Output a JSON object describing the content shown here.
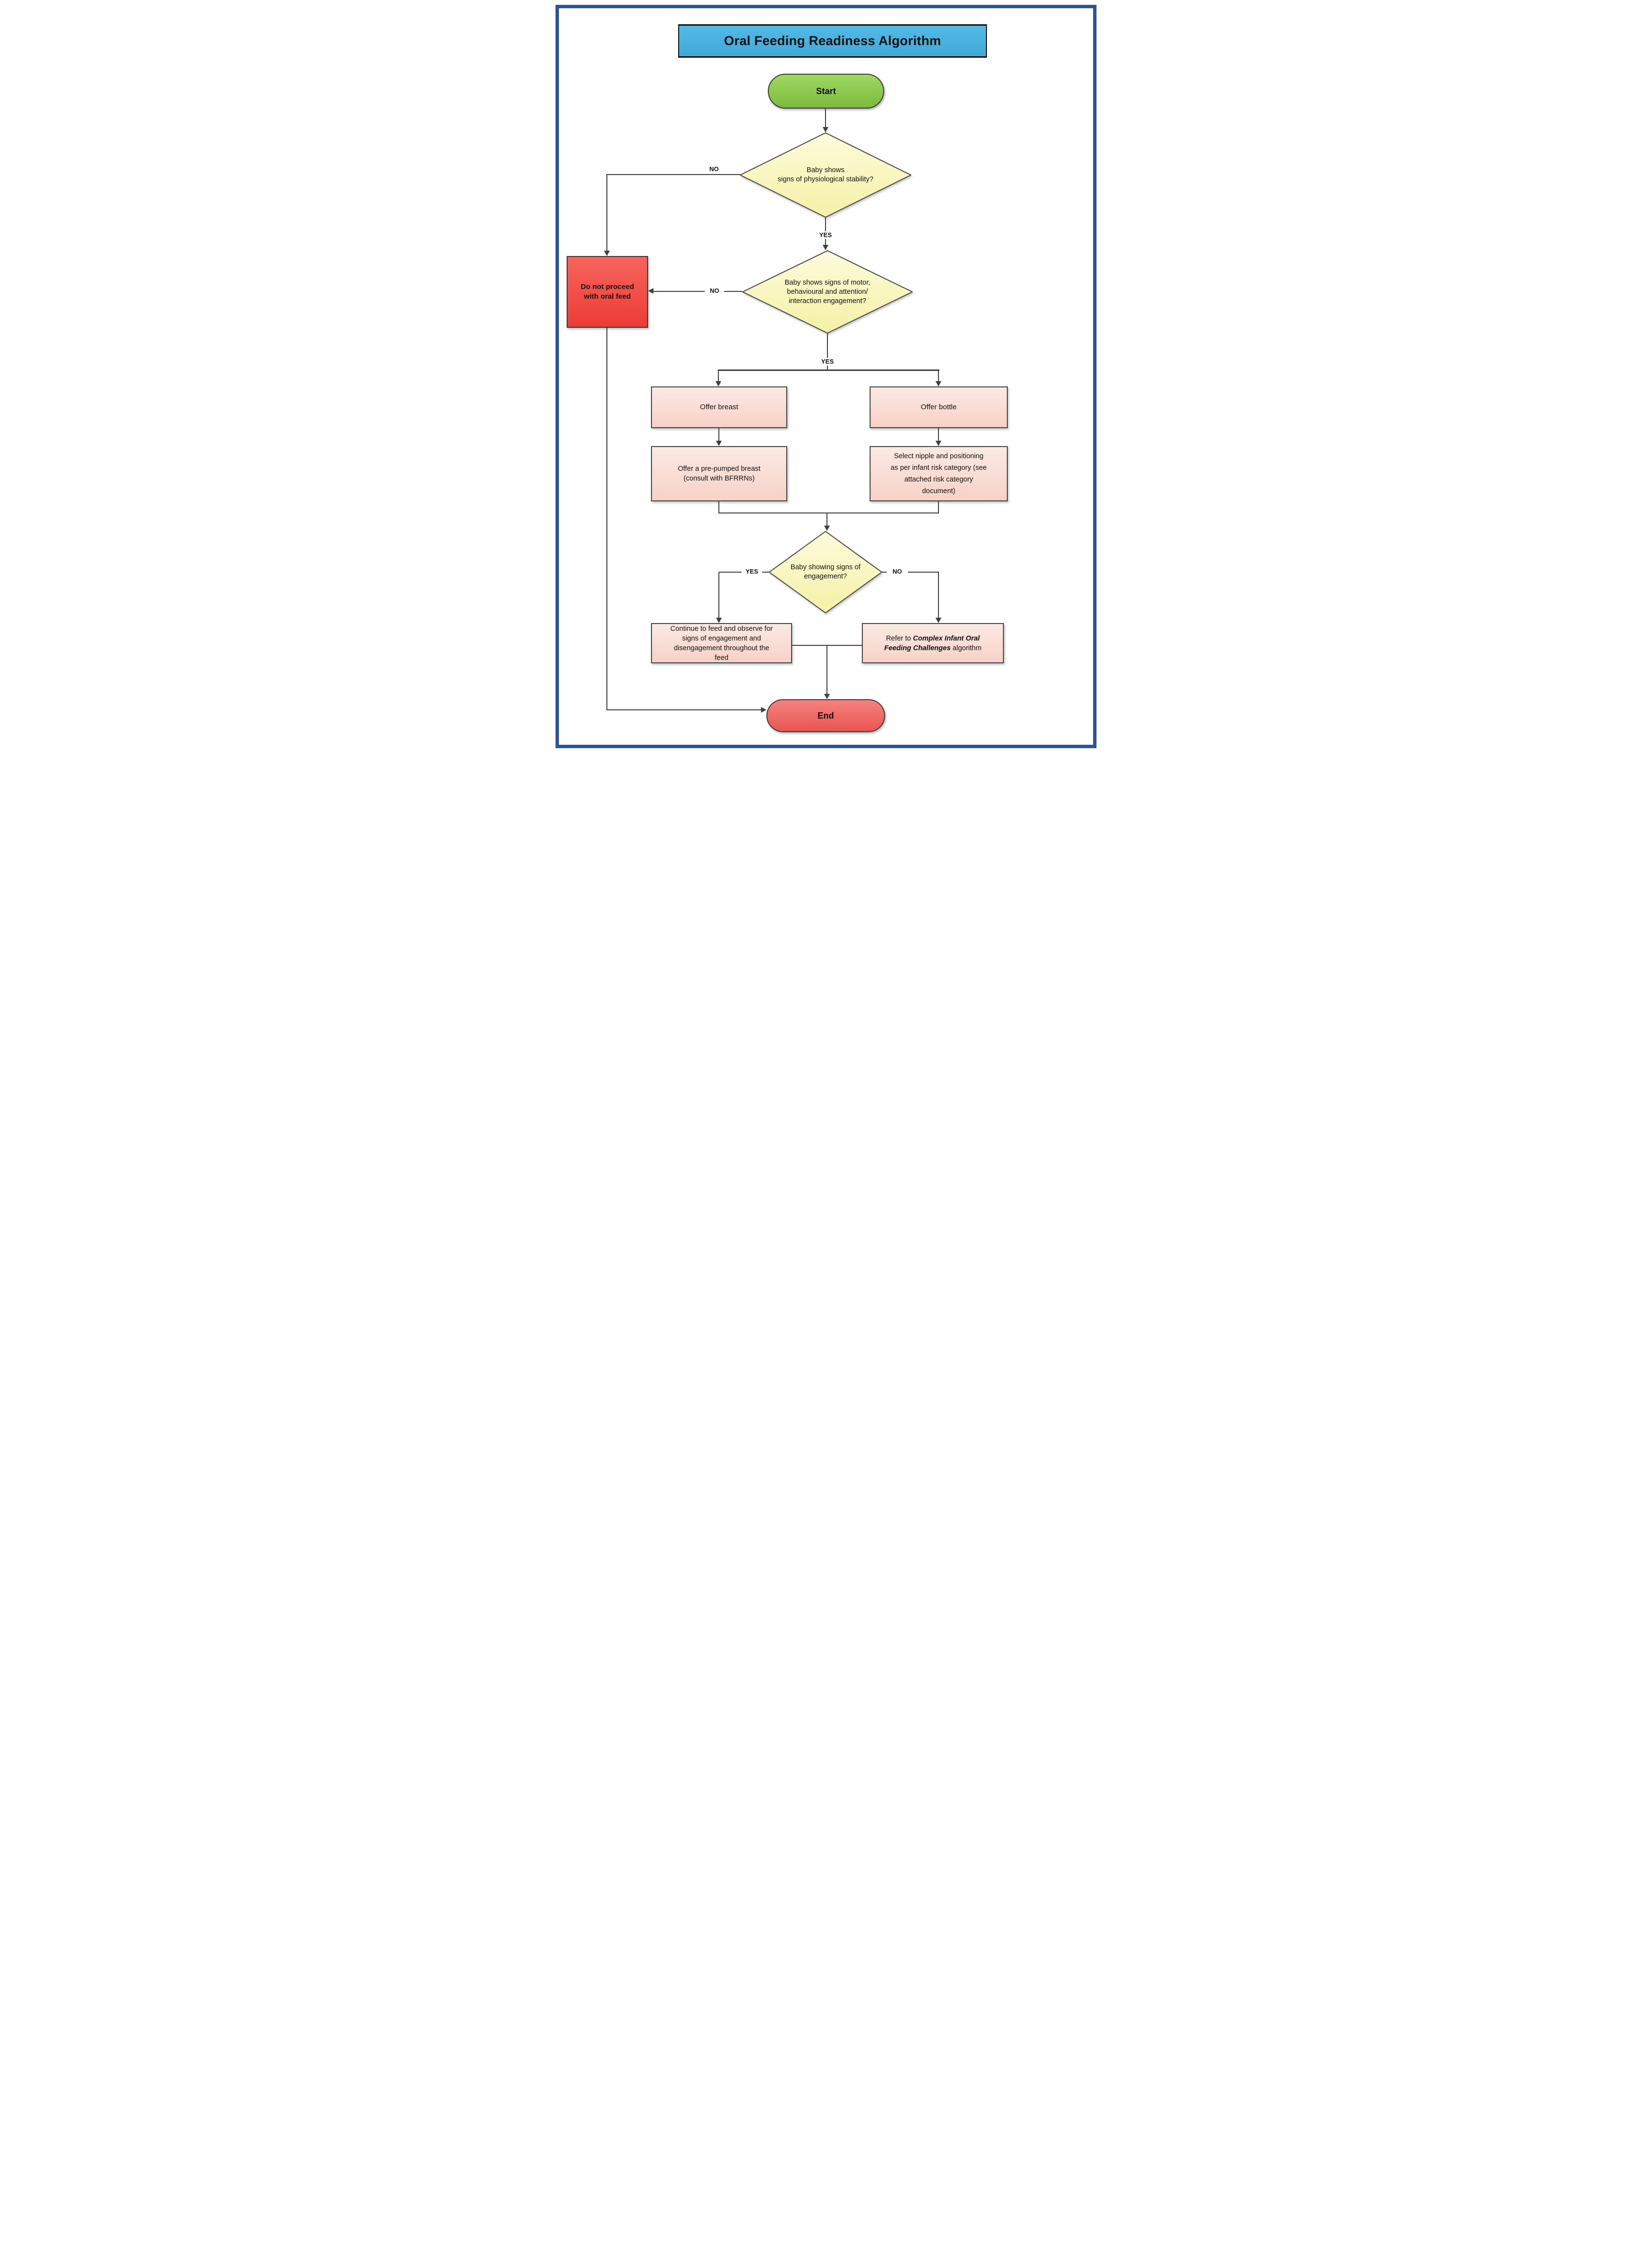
{
  "title": "Oral Feeding Readiness Algorithm",
  "nodes": {
    "start": {
      "label": "Start"
    },
    "decision_stability": {
      "line1": "Baby shows",
      "line2": "signs of physiological stability?"
    },
    "do_not_proceed": {
      "line1": "Do not proceed",
      "line2": "with oral feed"
    },
    "decision_engagement_signs": {
      "line1": "Baby shows signs of motor,",
      "line2": "behavioural and attention/",
      "line3": "interaction engagement?"
    },
    "offer_breast": {
      "label": "Offer breast"
    },
    "offer_bottle": {
      "label": "Offer bottle"
    },
    "pre_pumped": {
      "line1": "Offer a pre-pumped breast",
      "line2": "(consult with BFRRNs)"
    },
    "select_nipple": {
      "line1": "Select nipple and positioning",
      "line2": "as per infant risk category (see",
      "line3": "attached risk category",
      "line4": "document)"
    },
    "decision_engaged_feed": {
      "line1": "Baby showing signs of",
      "line2": "engagement?"
    },
    "continue_feed": {
      "line1": "Continue to feed and observe for",
      "line2": "signs of engagement and",
      "line3": "disengagement throughout the",
      "line4": "feed"
    },
    "refer": {
      "prefix": "Refer to ",
      "bold_line1": "Complex Infant Oral",
      "bold_line2": "Feeding Challenges",
      "suffix": " algorithm"
    },
    "end": {
      "label": "End"
    }
  },
  "labels": {
    "no1": "NO",
    "yes1": "YES",
    "no2": "NO",
    "yes2": "YES",
    "yes3": "YES",
    "no3": "NO"
  },
  "colors": {
    "page_border": "#2F5496",
    "title_bg": "#47B2DF",
    "start_fill": "#8CCB4F",
    "end_fill": "#EF6B68",
    "decision_fill": "#F9F6BC",
    "process_fill": "#F9DCD3",
    "stop_fill": "#F2504A",
    "connector": "#3F3F3F"
  }
}
